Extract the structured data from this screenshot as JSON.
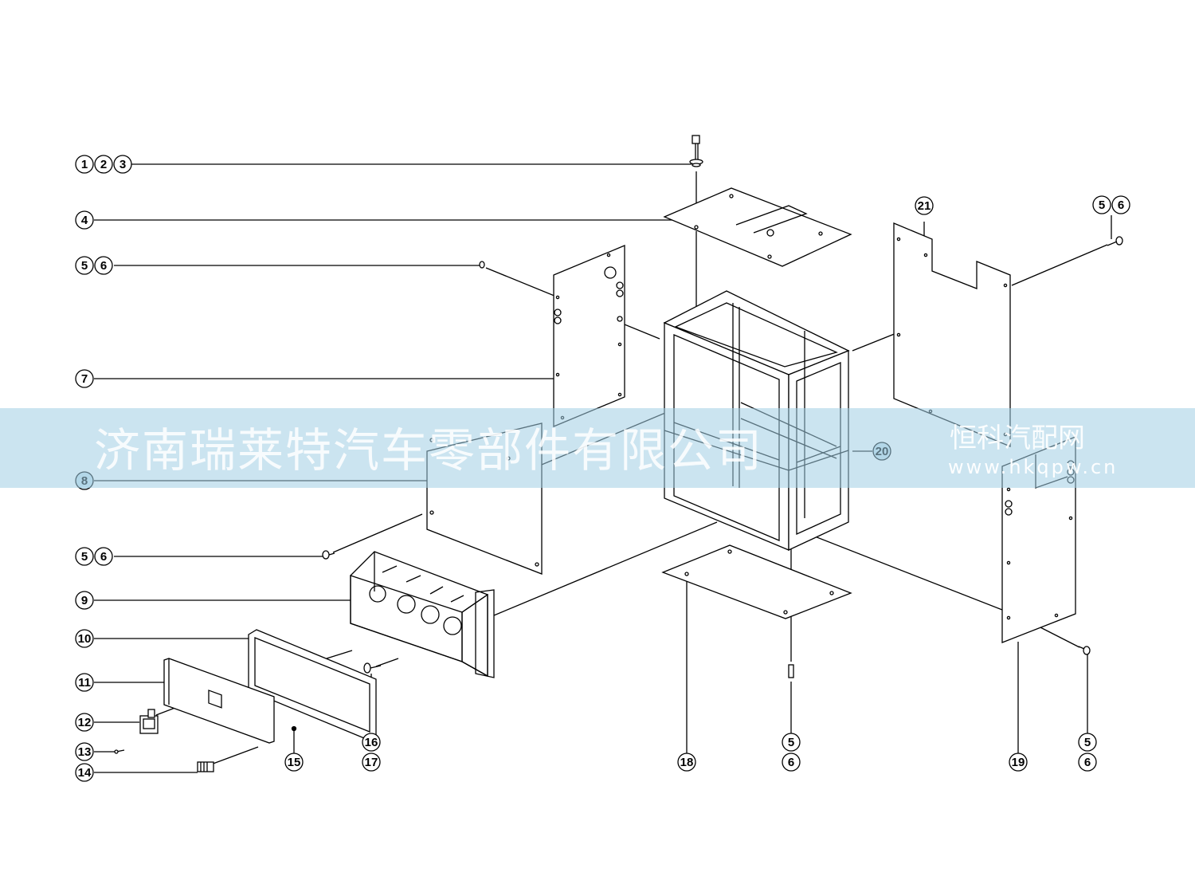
{
  "diagram": {
    "callouts": [
      {
        "id": "c123",
        "labels": [
          "1",
          "2",
          "3"
        ]
      },
      {
        "id": "c4",
        "labels": [
          "4"
        ]
      },
      {
        "id": "c56a",
        "labels": [
          "5",
          "6"
        ]
      },
      {
        "id": "c7",
        "labels": [
          "7"
        ]
      },
      {
        "id": "c8",
        "labels": [
          "8"
        ]
      },
      {
        "id": "c56b",
        "labels": [
          "5",
          "6"
        ]
      },
      {
        "id": "c9",
        "labels": [
          "9"
        ]
      },
      {
        "id": "c10",
        "labels": [
          "10"
        ]
      },
      {
        "id": "c11",
        "labels": [
          "11"
        ]
      },
      {
        "id": "c12",
        "labels": [
          "12"
        ]
      },
      {
        "id": "c13",
        "labels": [
          "13"
        ]
      },
      {
        "id": "c14",
        "labels": [
          "14"
        ]
      },
      {
        "id": "c15",
        "labels": [
          "15"
        ]
      },
      {
        "id": "c16",
        "labels": [
          "16"
        ]
      },
      {
        "id": "c17",
        "labels": [
          "17"
        ]
      },
      {
        "id": "c18",
        "labels": [
          "18"
        ]
      },
      {
        "id": "c5c",
        "labels": [
          "5"
        ]
      },
      {
        "id": "c6c",
        "labels": [
          "6"
        ]
      },
      {
        "id": "c19",
        "labels": [
          "19"
        ]
      },
      {
        "id": "c5d",
        "labels": [
          "5"
        ]
      },
      {
        "id": "c6d",
        "labels": [
          "6"
        ]
      },
      {
        "id": "c20",
        "labels": [
          "20"
        ]
      },
      {
        "id": "c21",
        "labels": [
          "21"
        ]
      },
      {
        "id": "c56e",
        "labels": [
          "5",
          "6"
        ]
      }
    ]
  },
  "watermark": {
    "company": "济南瑞莱特汽车零部件有限公司",
    "site_name": "恒科汽配网",
    "url": "www.hkqpw.cn"
  }
}
